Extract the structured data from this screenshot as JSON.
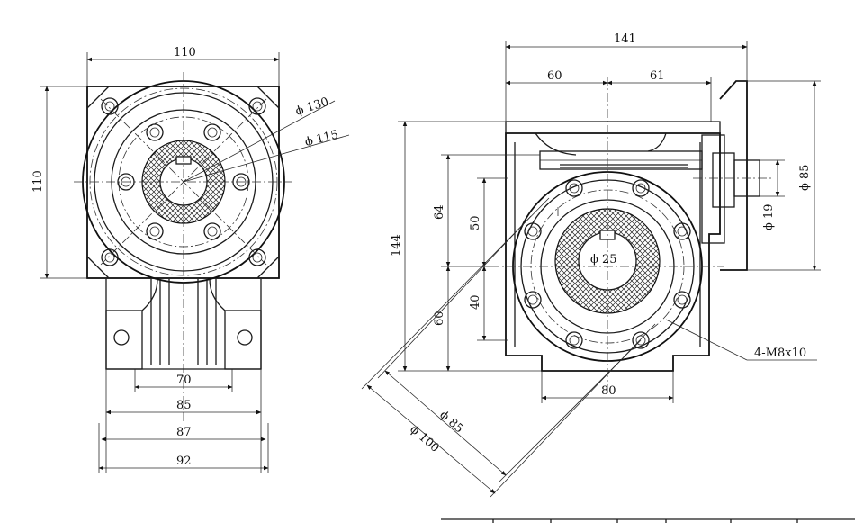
{
  "left_view": {
    "dims": {
      "top_width": "110",
      "left_height": "110",
      "pcd_outer": "ϕ 130",
      "pcd_inner": "ϕ 115",
      "base_70": "70",
      "base_85": "85",
      "base_87": "87",
      "base_92": "92"
    }
  },
  "right_view": {
    "dims": {
      "total_width": "141",
      "left_60": "60",
      "right_61": "61",
      "total_height": "144",
      "h_64": "64",
      "h_50": "50",
      "h_40": "40",
      "h_60": "60",
      "flange_d85": "ϕ 85",
      "shaft_d19": "ϕ 19",
      "bore_d25": "ϕ 25",
      "bolt_note": "4-M8x10",
      "base_80": "80",
      "diag_d85": "ϕ 85",
      "diag_d100": "ϕ 100"
    }
  },
  "colors": {
    "line": "#1b1b1b",
    "paper": "#ffffff"
  }
}
